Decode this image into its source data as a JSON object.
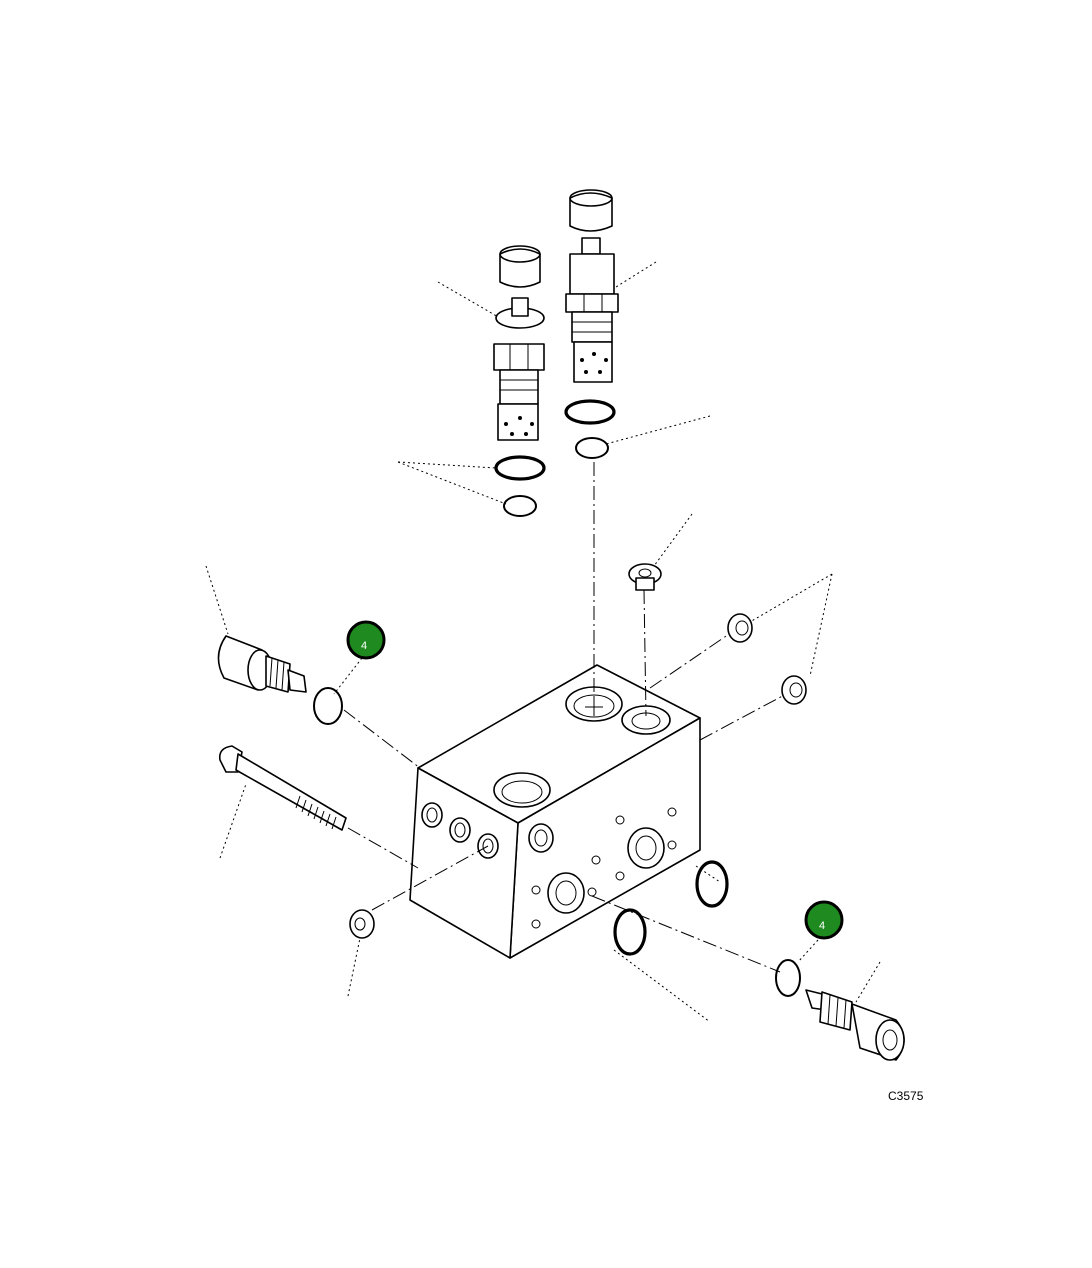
{
  "callouts": [
    {
      "label": "4"
    },
    {
      "label": "4"
    }
  ],
  "figure": {
    "number": "C3575"
  },
  "colors": {
    "callout_fill": "#1f8a1f",
    "line": "#000000",
    "background": "#ffffff"
  }
}
